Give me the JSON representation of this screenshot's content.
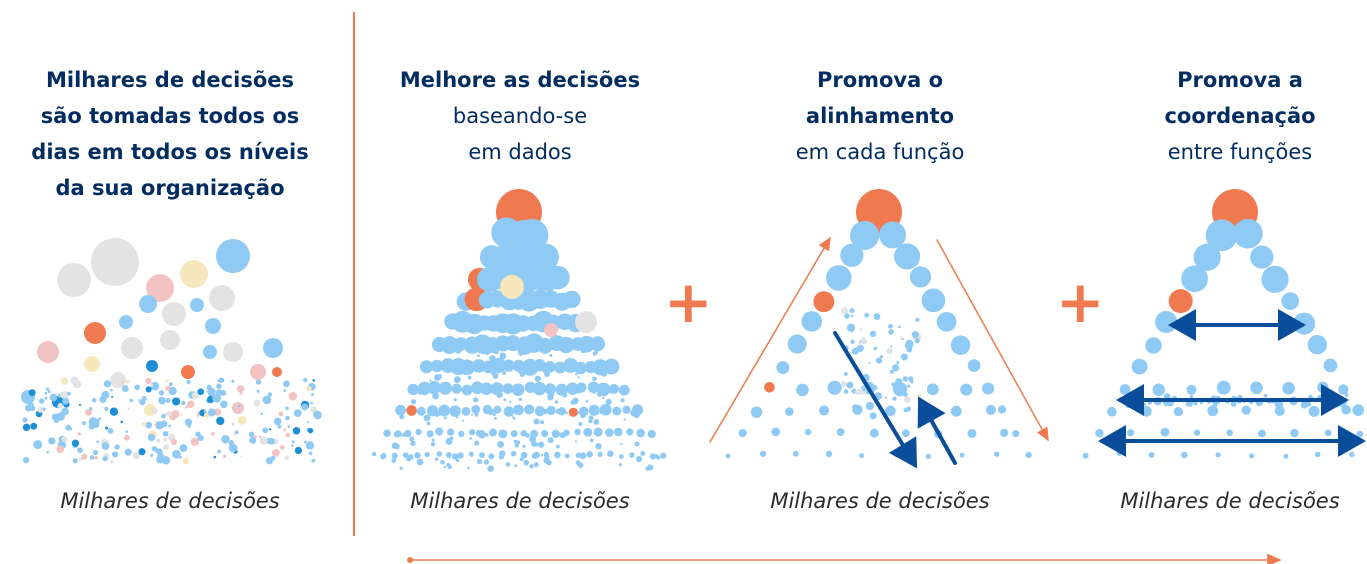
{
  "panels": [
    {
      "title_lines": [
        "Milhares de decisões",
        "são tomadas todos os",
        "dias em todos os níveis",
        "da sua organização"
      ],
      "subtitle_lines": [],
      "caption": "Milhares de decisões"
    },
    {
      "title_lines": [
        "Melhore as decisões"
      ],
      "subtitle_lines": [
        "baseando-se",
        "em dados"
      ],
      "caption": "Milhares de decisões"
    },
    {
      "title_lines": [
        "Promova o",
        "alinhamento"
      ],
      "subtitle_lines": [
        "em cada função"
      ],
      "caption": "Milhares de decisões"
    },
    {
      "title_lines": [
        "Promova a",
        "coordenação"
      ],
      "subtitle_lines": [
        "entre funções"
      ],
      "caption": "Milhares de decisões"
    }
  ],
  "plus_symbols": [
    "+",
    "+"
  ],
  "colors": {
    "title": "#032d60",
    "accent_orange": "#f07a50",
    "bubble_blue": "#8fcaf5",
    "bubble_blue_dark": "#1e8fd6",
    "bubble_gray": "#e3e3e3",
    "bubble_pink": "#f2c3c3",
    "bubble_yellow": "#f7e7bd",
    "arrow_dark_blue": "#0a4e9b"
  }
}
